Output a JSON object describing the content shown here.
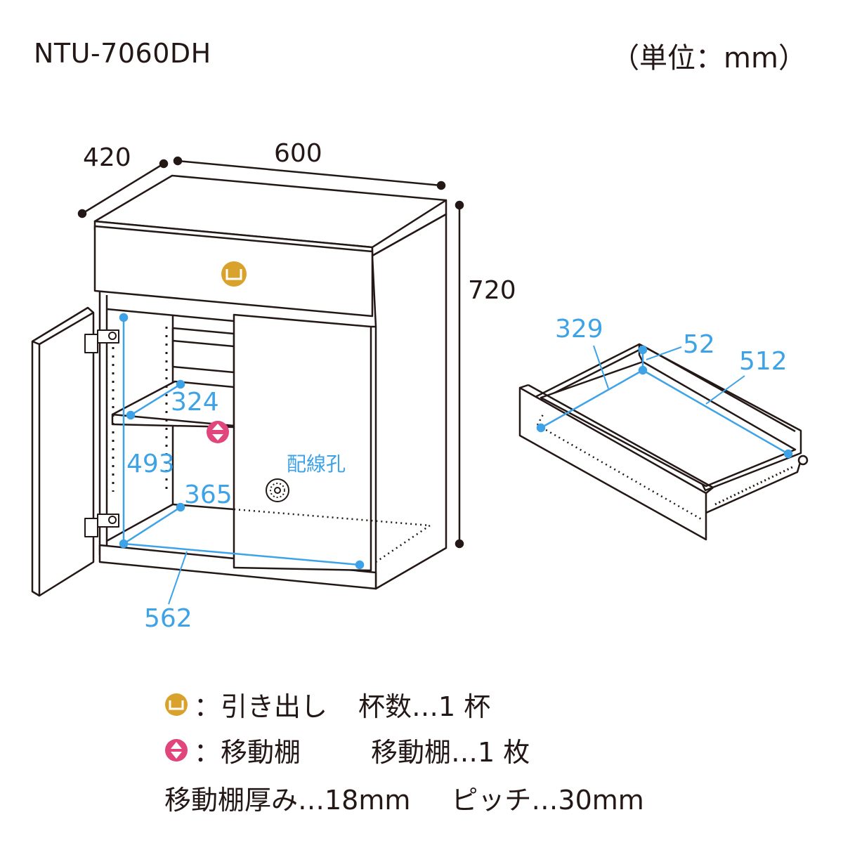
{
  "header": {
    "model": "NTU-7060DH",
    "unit": "（単位：mm）"
  },
  "dimensions": {
    "depth": "420",
    "width": "600",
    "height": "720",
    "shelf_depth": "324",
    "inner_height": "493",
    "bottom_depth": "365",
    "inner_width": "562",
    "drawer_depth": "329",
    "drawer_height": "52",
    "drawer_width": "512"
  },
  "labels": {
    "wiring_hole": "配線孔"
  },
  "legend": {
    "drawer_label": "：引き出し",
    "drawer_count": "杯数…1 杯",
    "shelf_label": "：移動棚",
    "shelf_count": "移動棚…1 枚",
    "shelf_thickness": "移動棚厚み…18mm",
    "pitch": "ピッチ…30mm"
  },
  "colors": {
    "line": "#231815",
    "dimension": "#3ea3e6",
    "drawer_icon": "#d9a22c",
    "shelf_icon": "#e0457b"
  },
  "icons": {
    "drawer": "drawer-handle-icon",
    "shelf": "adjustable-shelf-icon",
    "wiring": "wiring-hole-icon"
  }
}
